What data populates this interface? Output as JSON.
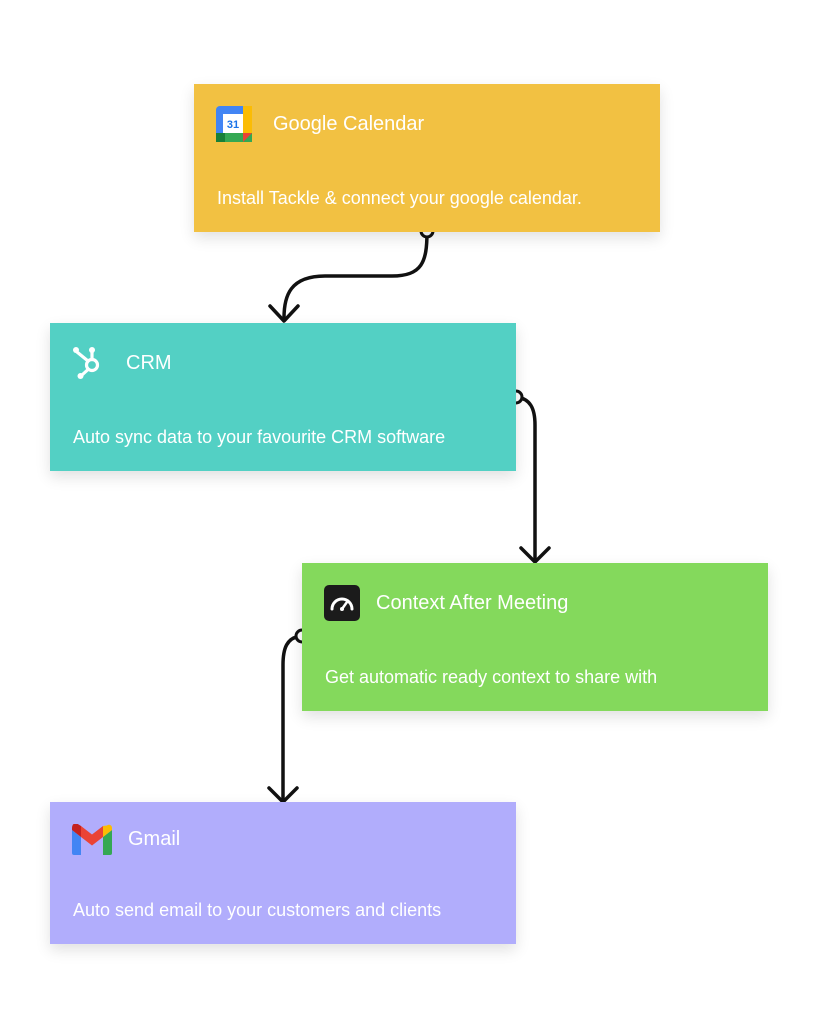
{
  "cards": [
    {
      "title": "Google Calendar",
      "description": "Install Tackle & connect your google calendar.",
      "icon": "google-calendar-icon",
      "icon_text": "31",
      "color": "#F2C142"
    },
    {
      "title": "CRM",
      "description": "Auto sync data to your favourite CRM software",
      "icon": "hubspot-icon",
      "color": "#53D0C4"
    },
    {
      "title": "Context After Meeting",
      "description": "Get automatic ready context to share with",
      "icon": "speedometer-icon",
      "color": "#84D95C"
    },
    {
      "title": "Gmail",
      "description": "Auto send email to your customers and clients",
      "icon": "gmail-icon",
      "color": "#B1ADFC"
    }
  ],
  "connectors": [
    {
      "from": "google-calendar-card",
      "to": "crm-card"
    },
    {
      "from": "crm-card",
      "to": "context-card"
    },
    {
      "from": "context-card",
      "to": "gmail-card"
    }
  ]
}
